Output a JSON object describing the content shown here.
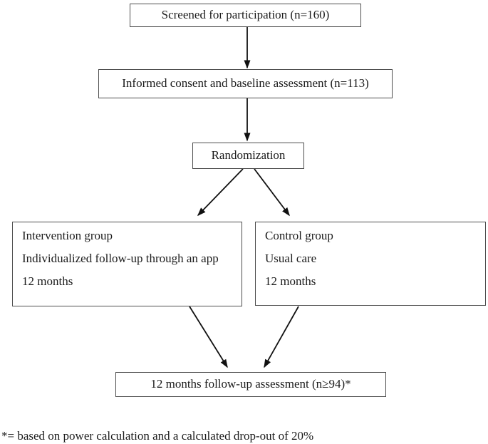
{
  "figure": {
    "boxes": {
      "screened": {
        "label": "Screened for participation (n=160)"
      },
      "consent": {
        "label": "Informed consent and baseline assessment (n=113)"
      },
      "randomization": {
        "label": "Randomization"
      },
      "intervention": {
        "lines": [
          "Intervention group",
          "Individualized follow-up through an app",
          "12 months"
        ]
      },
      "control": {
        "lines": [
          "Control group",
          "Usual care",
          "12 months"
        ]
      },
      "followup": {
        "label": "12 months follow-up assessment (n≥94)*"
      }
    },
    "footnote": "*= based on power calculation and a calculated drop-out of 20%",
    "edges": [
      {
        "from": "screened",
        "to": "consent"
      },
      {
        "from": "consent",
        "to": "randomization"
      },
      {
        "from": "randomization",
        "to": "intervention"
      },
      {
        "from": "randomization",
        "to": "control"
      },
      {
        "from": "intervention",
        "to": "followup"
      },
      {
        "from": "control",
        "to": "followup"
      }
    ],
    "colors": {
      "box_border": "#4d4d4d",
      "text": "#1b1b1b",
      "arrow": "#111111",
      "background": "#ffffff"
    }
  }
}
